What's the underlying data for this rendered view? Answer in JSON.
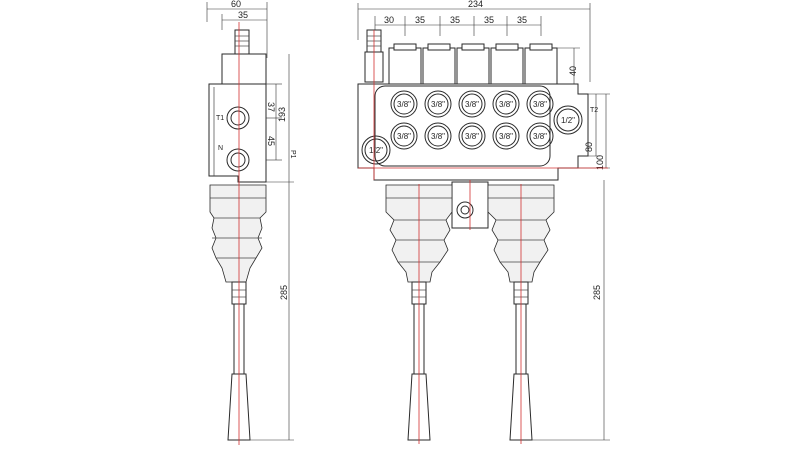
{
  "dimensions": {
    "side_width": "60",
    "side_inner_width": "35",
    "side_37": "37",
    "side_45": "45",
    "side_193": "193",
    "side_285": "285",
    "front_total_width": "234",
    "front_first_pitch": "30",
    "front_pitch_1": "35",
    "front_pitch_2": "35",
    "front_pitch_3": "35",
    "front_pitch_4": "35",
    "front_40": "40",
    "front_80": "80",
    "front_100": "100",
    "front_285": "285"
  },
  "ports": {
    "work_port": "3/8\"",
    "inlet_outlet_port": "1/2\""
  },
  "labels": {
    "t1": "T1",
    "n": "N",
    "p1": "P1",
    "t2": "T2"
  },
  "colors": {
    "line": "#2a2a2a",
    "centerline": "#d23030",
    "shading": "#f1f1f1"
  }
}
